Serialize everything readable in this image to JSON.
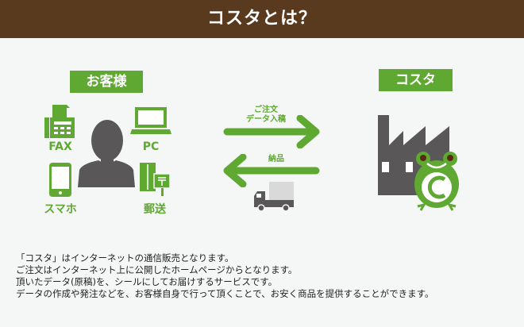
{
  "header": {
    "title": "コスタとは？"
  },
  "customer": {
    "label": "お客様",
    "channels": {
      "fax": "FAX",
      "pc": "PC",
      "phone": "スマホ",
      "mail": "郵送"
    }
  },
  "flow": {
    "order_line1": "ご注文",
    "order_line2": "データ入稿",
    "delivery": "納品"
  },
  "company": {
    "label": "コスタ"
  },
  "description": [
    "「コスタ」はインターネットの通信販売となります。",
    "ご注文はインターネット上に公開したホームページからとなります。",
    "頂いたデータ(原稿)を、シールにしてお届けするサービスです。",
    "データの作成や発注などを、お客様自身で行って頂くことで、お安く商品を提供することができます。"
  ],
  "colors": {
    "header": "#5a3a1f",
    "accent": "#5fa832",
    "icon_gray": "#595757",
    "background": "#f5f6f6"
  }
}
